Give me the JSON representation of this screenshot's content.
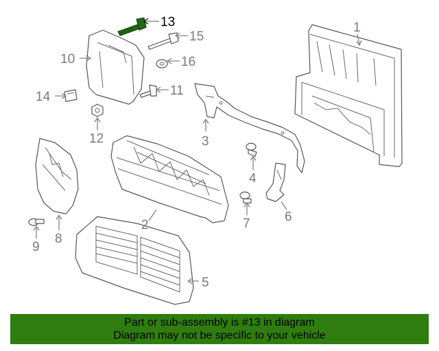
{
  "diagram": {
    "callouts": [
      {
        "id": "1",
        "label": "1"
      },
      {
        "id": "2",
        "label": "2"
      },
      {
        "id": "3",
        "label": "3"
      },
      {
        "id": "4",
        "label": "4"
      },
      {
        "id": "5",
        "label": "5"
      },
      {
        "id": "6",
        "label": "6"
      },
      {
        "id": "7",
        "label": "7"
      },
      {
        "id": "8",
        "label": "8"
      },
      {
        "id": "9",
        "label": "9"
      },
      {
        "id": "10",
        "label": "10"
      },
      {
        "id": "11",
        "label": "11"
      },
      {
        "id": "12",
        "label": "12"
      },
      {
        "id": "13",
        "label": "13"
      },
      {
        "id": "14",
        "label": "14"
      },
      {
        "id": "15",
        "label": "15"
      },
      {
        "id": "16",
        "label": "16"
      }
    ],
    "highlighted_part": "13",
    "colors": {
      "highlight_part": "#1f6b12",
      "line_art": "#555555",
      "callout_text": "#7a7a7a",
      "banner_background": "#2f7d0f"
    }
  },
  "banner": {
    "line1": "Part or sub-assembly is #13 in diagram",
    "line2": "Diagram may not be specific to your vehicle"
  }
}
